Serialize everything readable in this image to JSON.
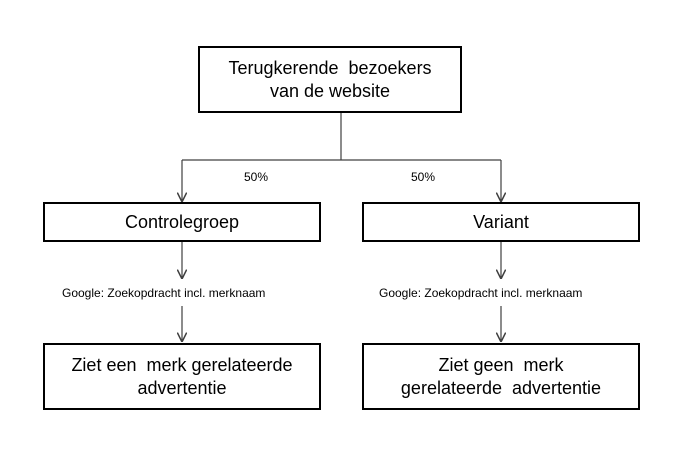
{
  "nodes": {
    "root": {
      "line1": "Terugkerende  bezoekers",
      "line2": "van de website"
    },
    "left": {
      "label": "Controlegroep"
    },
    "right": {
      "label": "Variant"
    },
    "left_result": {
      "line1": "Ziet een  merk gerelateerde",
      "line2": "advertentie"
    },
    "right_result": {
      "line1": "Ziet geen  merk",
      "line2": "gerelateerde  advertentie"
    }
  },
  "edges": {
    "split_left": "50%",
    "split_right": "50%",
    "left_query": "Google: Zoekopdracht incl. merknaam",
    "right_query": "Google: Zoekopdracht incl. merknaam"
  },
  "colors": {
    "line": "#404040",
    "border": "#000000",
    "background": "#ffffff"
  }
}
